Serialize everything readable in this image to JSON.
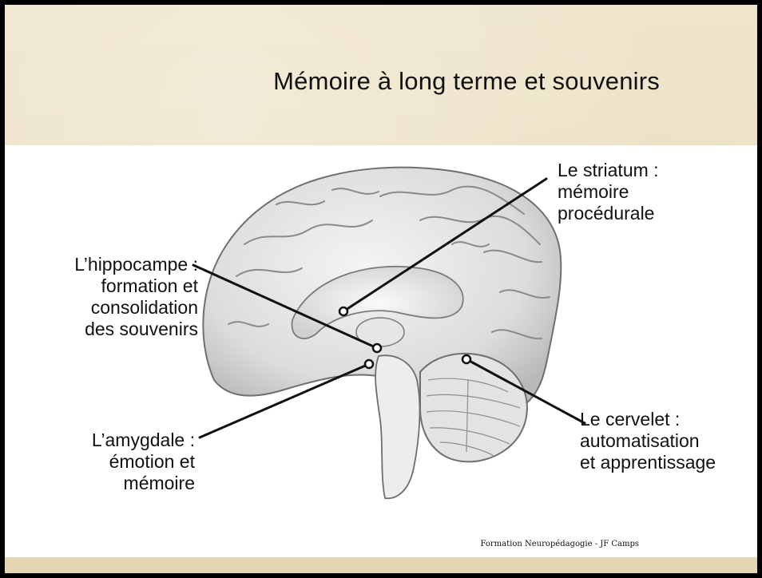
{
  "slide": {
    "title": "Mémoire à long terme et souvenirs",
    "footer": "Formation Neuropédagogie - JF Camps"
  },
  "labels": {
    "striatum": [
      "Le striatum :",
      "mémoire",
      "procédurale"
    ],
    "hippocampe": [
      "L’hippocampe :",
      "formation et",
      "consolidation",
      "des souvenirs"
    ],
    "amygdale": [
      "L’amygdale :",
      "émotion et",
      "mémoire"
    ],
    "cervelet": [
      "Le cervelet :",
      "automatisation",
      "et apprentissage"
    ]
  },
  "colors": {
    "background": "#ece1c6",
    "content": "#ffffff",
    "text": "#111111",
    "brain": "#d9d9d9"
  }
}
